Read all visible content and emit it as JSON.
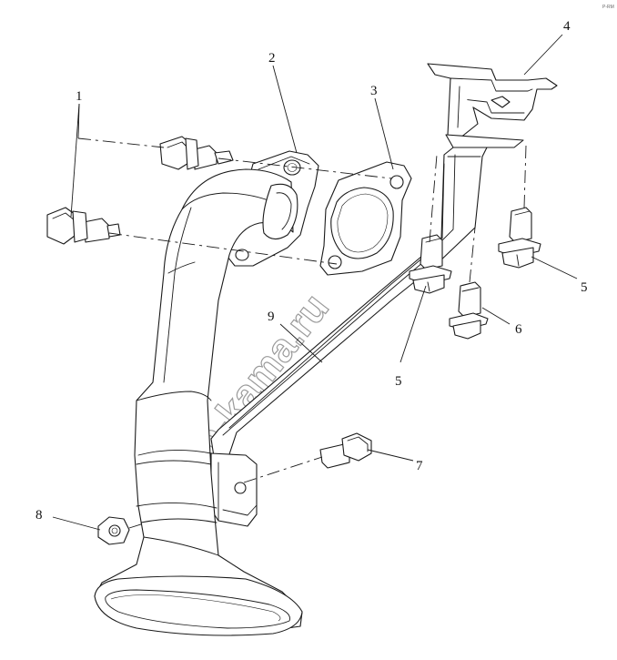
{
  "callouts": {
    "c1": "1",
    "c2": "2",
    "c3": "3",
    "c4": "4",
    "c5a": "5",
    "c5b": "5",
    "c6": "6",
    "c7": "7",
    "c8": "8",
    "c9": "9"
  },
  "watermark": "zap-kama.ru",
  "corner_mark": "P-RM"
}
